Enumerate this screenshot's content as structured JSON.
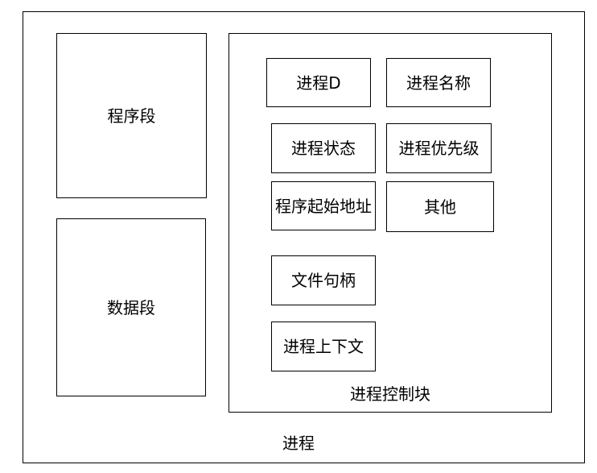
{
  "process": {
    "label": "进程",
    "code_segment": "程序段",
    "data_segment": "数据段",
    "pcb": {
      "label": "进程控制块",
      "fields": {
        "pid": "进程D",
        "name": "进程名称",
        "state": "进程状态",
        "priority": "进程优先级",
        "start_address": "程序起始地址",
        "other": "其他",
        "file_handles": "文件句柄",
        "context": "进程上下文"
      }
    }
  }
}
